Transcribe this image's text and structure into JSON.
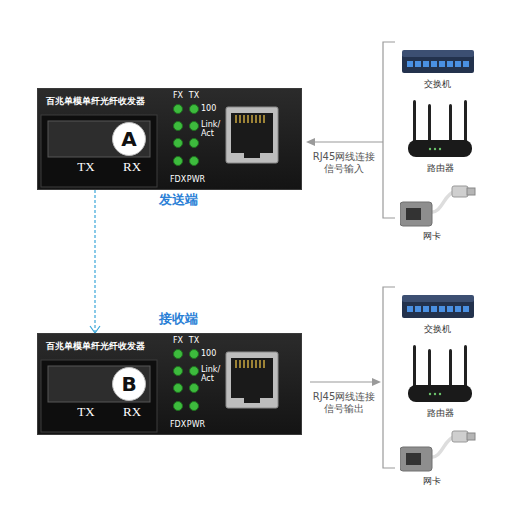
{
  "diagram": {
    "nodes": [
      {
        "text": [
          "百兆单模单纤光纤收发器",
          "FX",
          "TX",
          "100",
          "Link/ Act",
          "FDX",
          "PWR",
          "TX",
          "RX"
        ]
      },
      {
        "text": [
          "A"
        ],
        "in": 0
      },
      {
        "text": [
          "百兆单模单纤光纤收发器",
          "FX",
          "TX",
          "100",
          "Link/ Act",
          "FDX",
          "PWR",
          "TX",
          "RX"
        ]
      },
      {
        "text": [
          "B"
        ],
        "in": 2
      }
    ],
    "edges": [
      {
        "from": 0,
        "to": 2,
        "arrow": "to"
      }
    ],
    "labels": [
      "发送端",
      "RJ45网线连接 信号输入",
      "交换机",
      "路由器",
      "网卡",
      "接收端",
      "RJ45网线连接 信号输出",
      "交换机",
      "路由器",
      "网卡"
    ]
  }
}
